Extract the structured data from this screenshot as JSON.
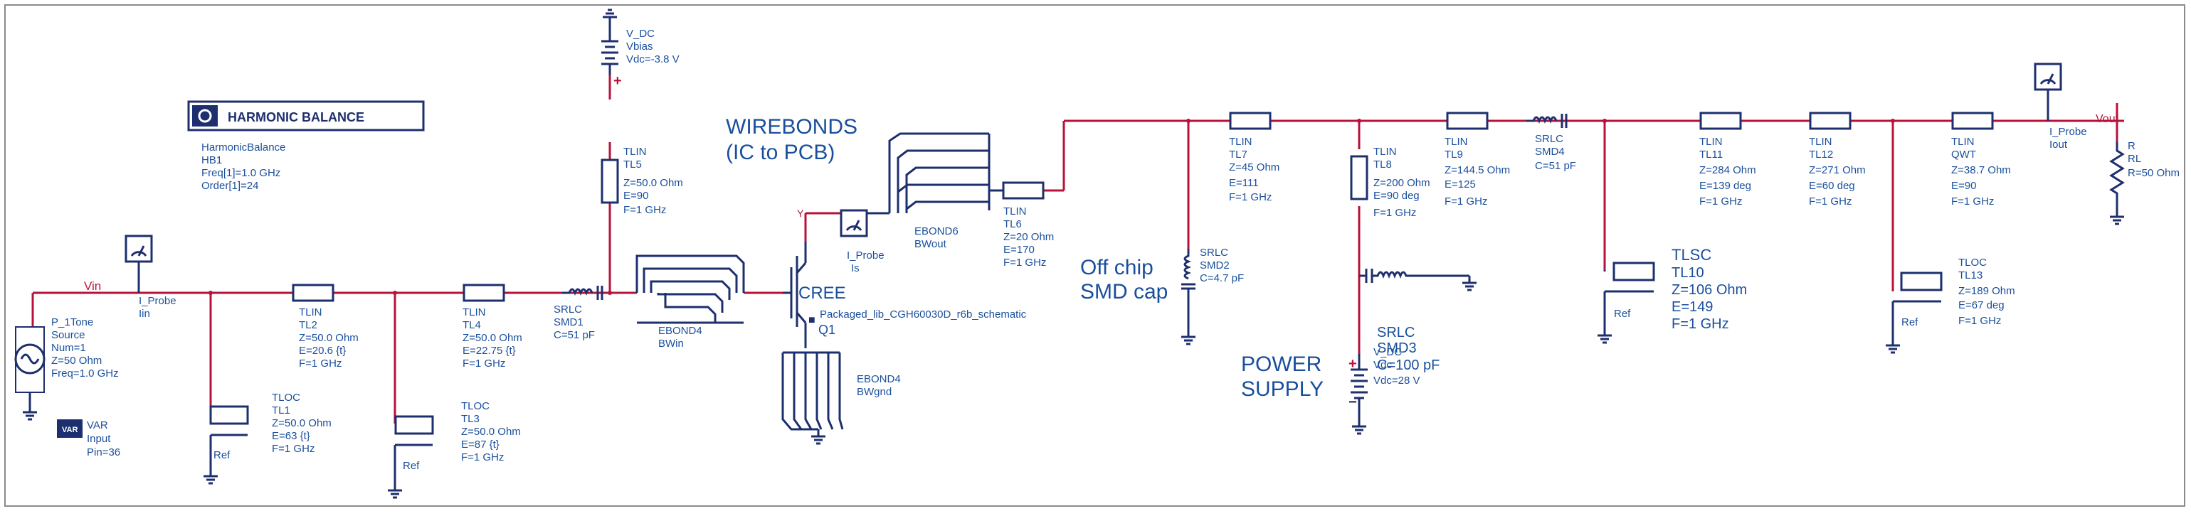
{
  "colors": {
    "wire": "#b8113a",
    "component": "#1d2f6e",
    "label": "#1a4f9c",
    "node_label": "#b8113a"
  },
  "big_labels": {
    "wirebonds_1": "WIREBONDS",
    "wirebonds_2": "(IC to PCB)",
    "offchip_1": "Off chip",
    "offchip_2": "SMD cap",
    "power_1": "POWER",
    "power_2": "SUPPLY",
    "cree": "CREE"
  },
  "nodes": {
    "vin": "Vin",
    "vout": "Vout"
  },
  "harmonic_balance": {
    "title": "HARMONIC BALANCE",
    "lines": [
      "HarmonicBalance",
      "HB1",
      "Freq[1]=1.0 GHz",
      "Order[1]=24"
    ]
  },
  "var": {
    "icon_text": "VAR",
    "lines": [
      "VAR",
      "Input",
      "Pin=36"
    ]
  },
  "components": {
    "source": [
      "P_1Tone",
      "Source",
      "Num=1",
      "Z=50 Ohm",
      "Freq=1.0 GHz"
    ],
    "iprobe_in": [
      "I_Probe",
      "Iin"
    ],
    "tl2": [
      "TLIN",
      "TL2",
      "Z=50.0 Ohm",
      "E=20.6 {t}",
      "F=1 GHz"
    ],
    "tl1": [
      "TLOC",
      "TL1",
      "Z=50.0 Ohm",
      "E=63 {t}",
      "F=1 GHz"
    ],
    "tl4": [
      "TLIN",
      "TL4",
      "Z=50.0 Ohm",
      "E=22.75 {t}",
      "F=1 GHz"
    ],
    "tl3": [
      "TLOC",
      "TL3",
      "Z=50.0 Ohm",
      "E=87 {t}",
      "F=1 GHz"
    ],
    "smd1": [
      "SRLC",
      "SMD1",
      "C=51 pF"
    ],
    "vdc_top": [
      "V_DC",
      "Vbias",
      "Vdc=-3.8 V"
    ],
    "tl5": [
      "TLIN",
      "TL5",
      "Z=50.0 Ohm",
      "E=90",
      "F=1 GHz"
    ],
    "bwin": [
      "EBOND4",
      "BWin"
    ],
    "q1": [
      "Packaged_lib_CGH60030D_r6b_schematic",
      "Q1"
    ],
    "bwgnd": [
      "EBOND4",
      "BWgnd"
    ],
    "iprobe_is": [
      "I_Probe",
      "Is"
    ],
    "bwout": [
      "EBOND6",
      "BWout"
    ],
    "tl6": [
      "TLIN",
      "TL6",
      "Z=20 Ohm",
      "E=170",
      "F=1 GHz"
    ],
    "tl7": [
      "TLIN",
      "TL7",
      "Z=45 Ohm",
      "E=111",
      "F=1 GHz"
    ],
    "smd2": [
      "SRLC",
      "SMD2",
      "C=4.7 pF"
    ],
    "tl8": [
      "TLIN",
      "TL8",
      "Z=200 Ohm",
      "E=90 deg",
      "F=1 GHz"
    ],
    "smd3": [
      "SRLC",
      "SMD3",
      "C=100 pF"
    ],
    "vdc": [
      "V_DC",
      "Vdc",
      "Vdc=28 V"
    ],
    "tl9": [
      "TLIN",
      "TL9",
      "Z=144.5 Ohm",
      "E=125",
      "F=1 GHz"
    ],
    "smd4": [
      "SRLC",
      "SMD4",
      "C=51 pF"
    ],
    "tl10": [
      "TLSC",
      "TL10",
      "Z=106 Ohm",
      "E=149",
      "F=1 GHz"
    ],
    "tl11": [
      "TLIN",
      "TL11",
      "Z=284 Ohm",
      "E=139 deg",
      "F=1 GHz"
    ],
    "tl12": [
      "TLIN",
      "TL12",
      "Z=271 Ohm",
      "E=60 deg",
      "F=1 GHz"
    ],
    "tl13": [
      "TLOC",
      "TL13",
      "Z=189 Ohm",
      "E=67 deg",
      "F=1 GHz"
    ],
    "qwt": [
      "TLIN",
      "QWT",
      "Z=38.7 Ohm",
      "E=90",
      "F=1 GHz"
    ],
    "iprobe_out": [
      "I_Probe",
      "Iout"
    ],
    "rl": [
      "R",
      "RL",
      "R=50 Ohm"
    ]
  },
  "ref_label": "Ref"
}
